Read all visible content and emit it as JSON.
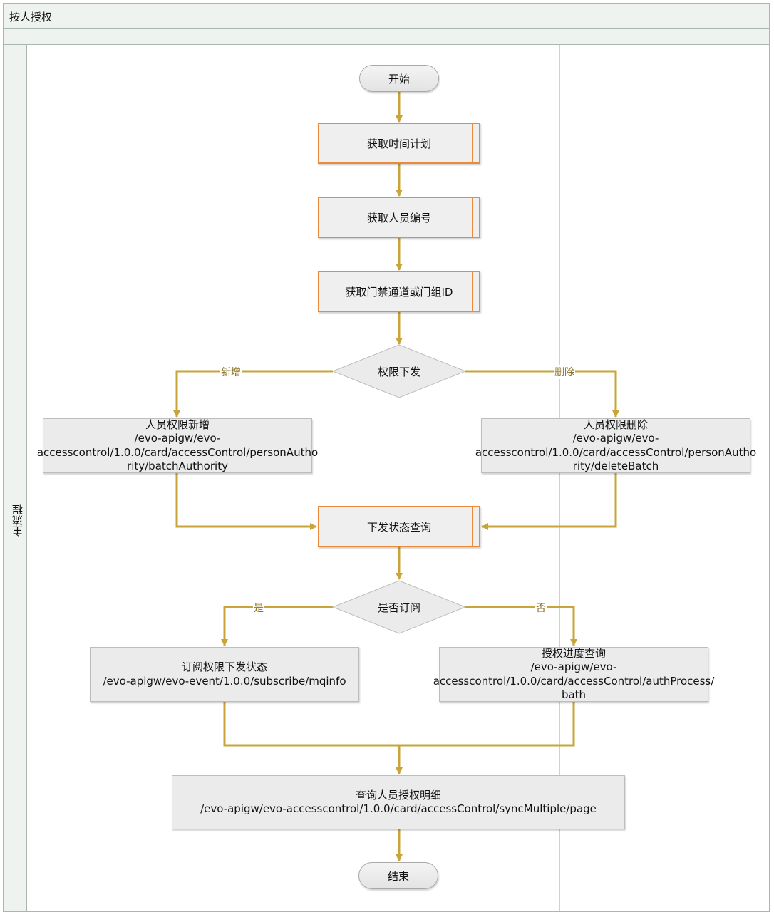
{
  "diagram": {
    "title": "按人授权",
    "lane": "主流程",
    "colors": {
      "arrow": "#c9a43a",
      "subprocess_border": "#e98b3a",
      "frame": "#a9b7ad"
    },
    "nodes": {
      "start": "开始",
      "get_time_plan": "获取时间计划",
      "get_person_code": "获取人员编号",
      "get_channel_id": "获取门禁通道或门组ID",
      "decision_issue": "权限下发",
      "add_auth": {
        "title": "人员权限新增",
        "lines": [
          "/evo-apigw/evo-",
          "accesscontrol/1.0.0/card/accessControl/personAutho",
          "rity/batchAuthority"
        ]
      },
      "delete_auth": {
        "title": "人员权限删除",
        "lines": [
          "/evo-apigw/evo-",
          "accesscontrol/1.0.0/card/accessControl/personAutho",
          "rity/deleteBatch"
        ]
      },
      "issue_status_query": "下发状态查询",
      "decision_subscribe": "是否订阅",
      "subscribe_status": {
        "title": "订阅权限下发状态",
        "lines": [
          "/evo-apigw/evo-event/1.0.0/subscribe/mqinfo"
        ]
      },
      "auth_progress": {
        "title": "授权进度查询",
        "lines": [
          "/evo-apigw/evo-",
          "accesscontrol/1.0.0/card/accessControl/authProcess/",
          "bath"
        ]
      },
      "query_detail": {
        "title": "查询人员授权明细",
        "lines": [
          "/evo-apigw/evo-accesscontrol/1.0.0/card/accessControl/syncMultiple/page"
        ]
      },
      "end": "结束"
    },
    "edge_labels": {
      "add": "新增",
      "delete": "删除",
      "yes": "是",
      "no": "否"
    }
  }
}
